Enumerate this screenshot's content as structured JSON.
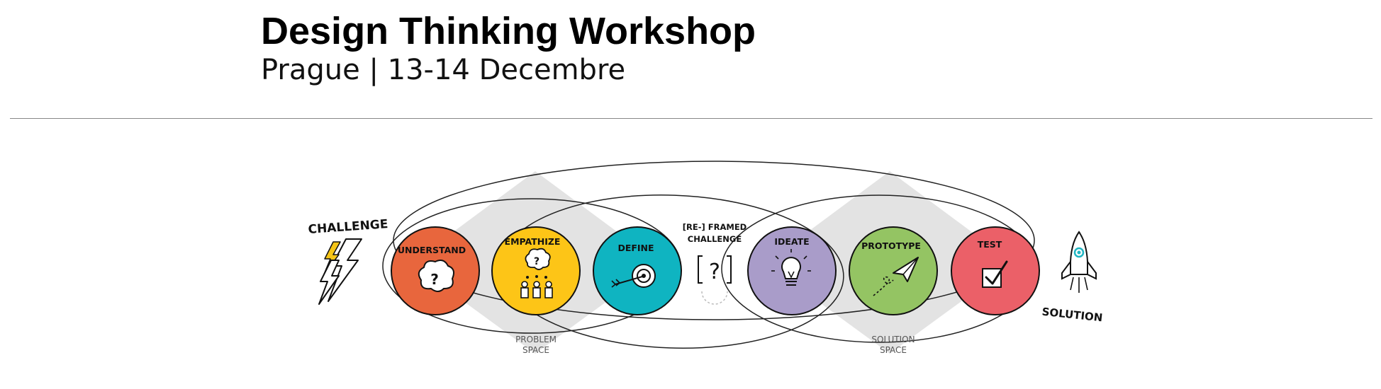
{
  "header": {
    "title": "Design Thinking Workshop",
    "subtitle": "Prague | 13-14 Decembre"
  },
  "diagram": {
    "start_label": "CHALLENGE",
    "end_label": "SOLUTION",
    "middle": {
      "line1": "[RE-] FRAMED",
      "line2": "CHALLENGE",
      "symbol": "?"
    },
    "stages": [
      {
        "label": "UNDERSTAND",
        "color": "#E8663D",
        "icon": "brain-question-icon"
      },
      {
        "label": "EMPATHIZE",
        "color": "#FDC517",
        "icon": "people-thought-icon"
      },
      {
        "label": "DEFINE",
        "color": "#0FB4C1",
        "icon": "target-arrow-icon"
      },
      {
        "label": "IDEATE",
        "color": "#A99CC9",
        "icon": "lightbulb-icon"
      },
      {
        "label": "PROTOTYPE",
        "color": "#94C463",
        "icon": "paper-plane-icon"
      },
      {
        "label": "TEST",
        "color": "#EB6068",
        "icon": "checkbox-icon"
      }
    ],
    "spaces": {
      "problem": {
        "line1": "PROBLEM",
        "line2": "SPACE"
      },
      "solution": {
        "line1": "SOLUTION",
        "line2": "SPACE"
      }
    },
    "colors": {
      "diamond": "#E3E3E3",
      "ink": "#111111",
      "lightning_accent": "#F5C518",
      "rocket_accent": "#1FB5C2"
    }
  }
}
